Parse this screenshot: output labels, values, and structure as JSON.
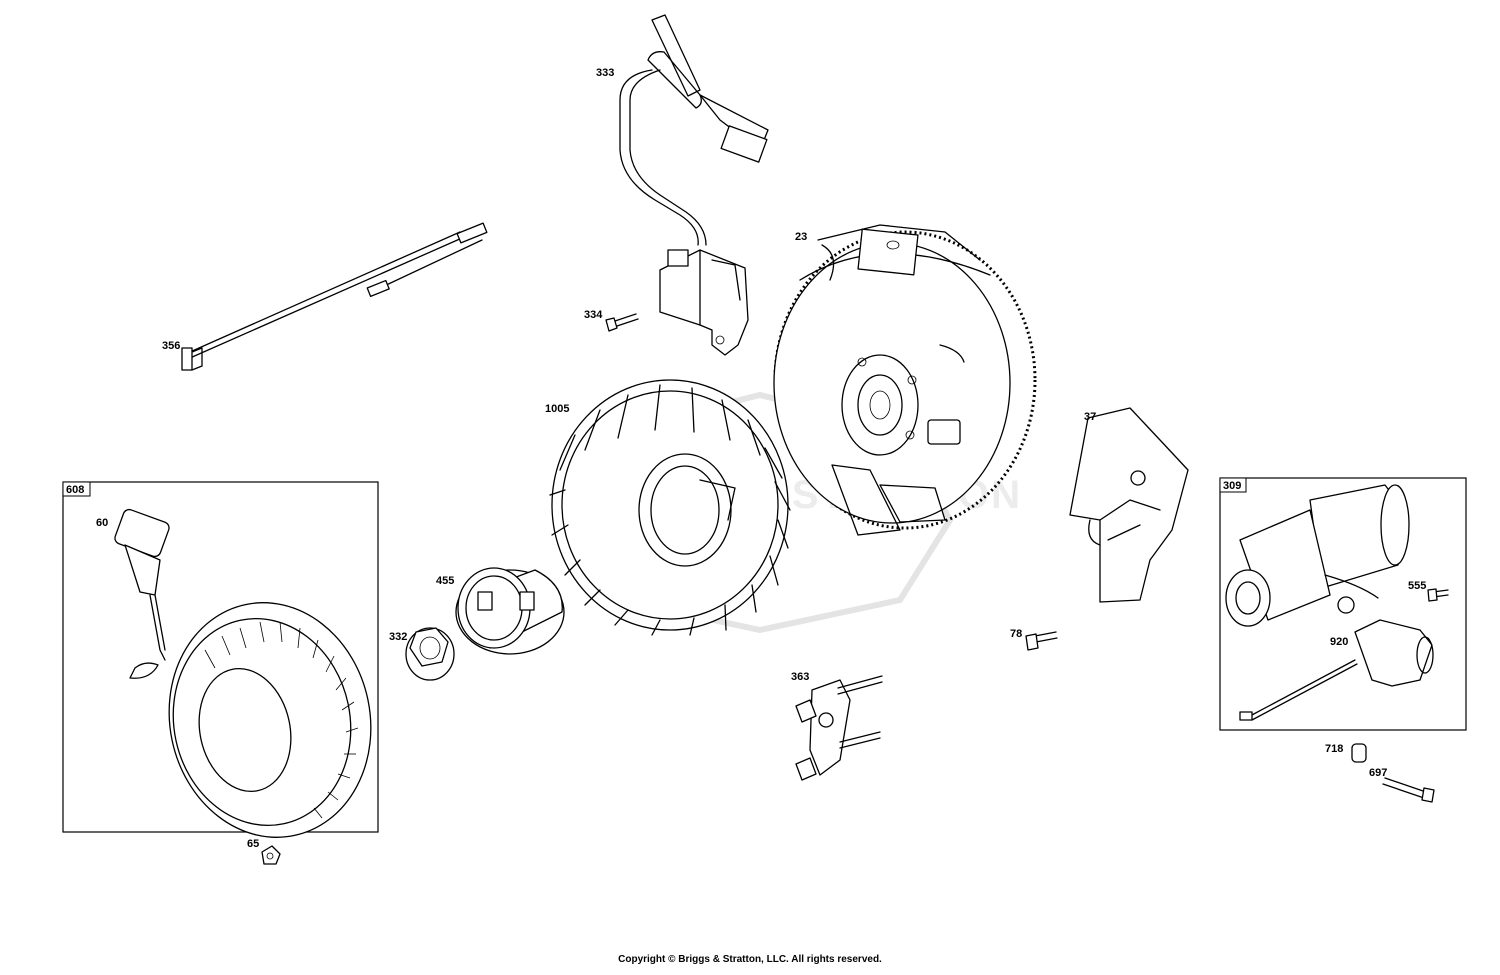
{
  "watermark": {
    "brand": "BRIGGS & STRATTON"
  },
  "callouts": {
    "p333": "333",
    "p23": "23",
    "p334": "334",
    "p356": "356",
    "p1005": "1005",
    "p37": "37",
    "p608": "608",
    "p60": "60",
    "p309": "309",
    "p455": "455",
    "p555": "555",
    "p332": "332",
    "p78": "78",
    "p920": "920",
    "p363": "363",
    "p718": "718",
    "p697": "697",
    "p65": "65"
  },
  "footer": {
    "copyright": "Copyright © Briggs & Stratton, LLC. All rights reserved."
  }
}
